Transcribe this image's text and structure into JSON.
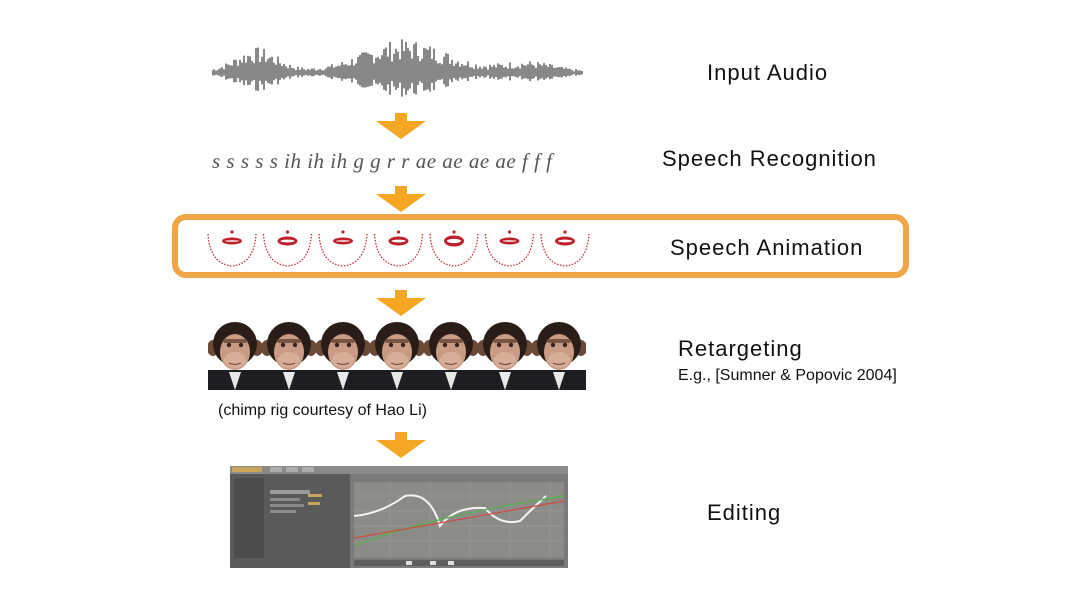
{
  "stages": {
    "input_audio": "Input Audio",
    "speech_recognition": "Speech Recognition",
    "speech_animation": "Speech Animation",
    "retargeting": "Retargeting",
    "retargeting_ref": "E.g., [Sumner & Popovic 2004]",
    "editing": "Editing"
  },
  "phonemes": "s s s s s ih ih ih g g r r ae ae ae ae f f f",
  "credit": "(chimp rig courtesy of Hao Li)",
  "colors": {
    "accent": "#f0a546",
    "arrow": "#f5a623",
    "lips": "#c0202a"
  },
  "icons": [
    "waveform",
    "down-arrow-icon",
    "mouth-shape",
    "chimp-face",
    "curve-editor"
  ]
}
